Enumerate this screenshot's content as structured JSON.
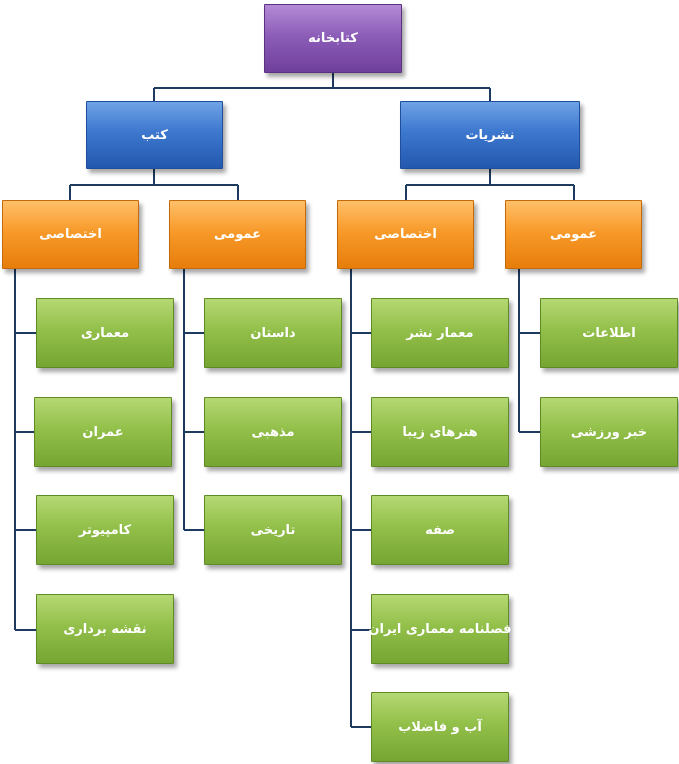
{
  "root": {
    "label": "کتابخانه"
  },
  "branches": {
    "books": {
      "label": "کتب",
      "specialized": {
        "label": "اختصاصی",
        "items": [
          "معماری",
          "عمران",
          "کامپیوتر",
          "نقشه برداری"
        ]
      },
      "general": {
        "label": "عمومی",
        "items": [
          "داستان",
          "مذهبی",
          "تاریخی"
        ]
      }
    },
    "publications": {
      "label": "نشریات",
      "specialized": {
        "label": "اختصاصی",
        "items": [
          "معمار نشر",
          "هنرهای زیبا",
          "صفه",
          "فصلنامه معماری ایران",
          "آب و فاضلاب"
        ]
      },
      "general": {
        "label": "عمومی",
        "items": [
          "اطلاعات",
          "خبر ورزشی"
        ]
      }
    }
  },
  "colors": {
    "root": "#8d5eb8",
    "level1": "#3d78cf",
    "level2": "#f89a2a",
    "leaf": "#93c04a",
    "connector": "#1f3a5f"
  }
}
